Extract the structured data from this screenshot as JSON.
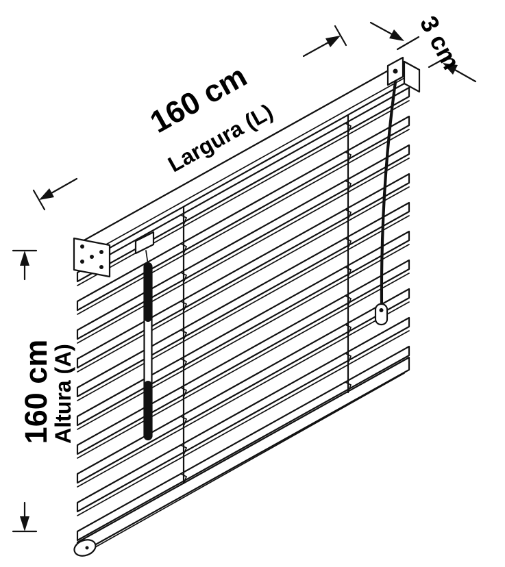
{
  "page": {
    "background": "#ffffff",
    "line_color": "#111111",
    "text_color": "#000000"
  },
  "diagram": {
    "type": "isometric-technical-drawing",
    "subject": "venetian-blind-with-dimensions",
    "slat_count": 10,
    "dimensions": {
      "width": {
        "value": "160 cm",
        "label": "Largura (L)"
      },
      "height": {
        "value": "160 cm",
        "label": "Altura (A)"
      },
      "depth": {
        "value": "3 cm"
      }
    }
  }
}
